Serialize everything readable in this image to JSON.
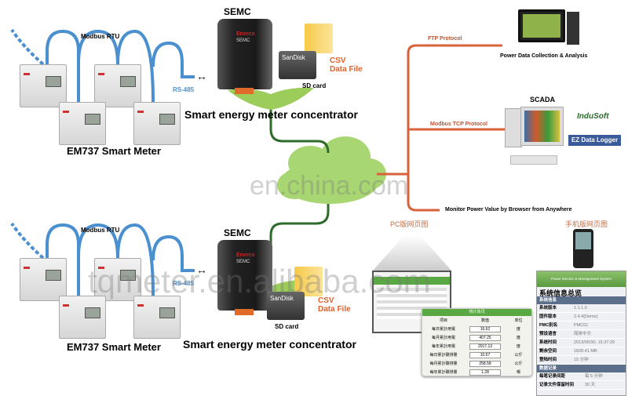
{
  "groups": [
    {
      "bus_label": "Modbus RTU",
      "rs485_label": "RS-485",
      "device_label": "SEMC",
      "device_brand": "Enerco",
      "device_name": "SEMC",
      "sd_brand": "SanDisk",
      "sd_label": "SD card",
      "csv_label": "CSV",
      "csv_sub": "Data File",
      "concentrator_label": "Smart energy meter concentrator",
      "meter_label": "EM737 Smart Meter"
    },
    {
      "bus_label": "Modbus RTU",
      "rs485_label": "RS-485",
      "device_label": "SEMC",
      "device_brand": "Enerco",
      "device_name": "SEMC",
      "sd_brand": "SanDisk",
      "sd_label": "SD card",
      "csv_label": "CSV",
      "csv_sub": "Data File",
      "concentrator_label": "Smart energy meter concentrator",
      "meter_label": "EM737 Smart Meter"
    }
  ],
  "network": {
    "ftp_label": "FTP Protocol",
    "ftp_target": "Power Data Collection & Analysis",
    "tcp_label": "Modbus TCP Protocol",
    "scada_label": "SCADA",
    "indusoft": "InduSoft",
    "ez_logger": "EZ Data Logger",
    "browser_label": "Monitor Power Value by Browser from Anywhere",
    "line_color": "#d9623a",
    "tree_color": "#2f6b2a",
    "cloud_color": "#a8d672"
  },
  "pc_view": {
    "title": "PC版网页图",
    "table": {
      "header": "统计资讯",
      "columns": [
        "项目",
        "数值",
        "单位"
      ],
      "rows": [
        [
          "每日累計用電",
          "16.62",
          "度"
        ],
        [
          "每月累計用電",
          "407.25",
          "度"
        ],
        [
          "每年累計用電",
          "2017.13",
          "度"
        ],
        [
          "每日累計碳排量",
          "10.57",
          "公斤"
        ],
        [
          "每月累計碳排量",
          "258.58",
          "公斤"
        ],
        [
          "每年累計碳排量",
          "1.28",
          "噸"
        ]
      ]
    }
  },
  "mobile_view": {
    "title": "手机版网页图",
    "app_name": "Power Monitor & Management System",
    "page_title": "系统信息总览",
    "section1": "系统信息",
    "rows1": [
      [
        "系统版本",
        "1.1.1.0"
      ],
      [
        "固件版本",
        "2.4.4(Demo)"
      ],
      [
        "PMC别名",
        "PMC01"
      ],
      [
        "预设语言",
        "简体中文"
      ],
      [
        "系统时间",
        "2013/05/30, 15:37:29"
      ],
      [
        "剩余空间",
        "1828.41 MB"
      ],
      [
        "登陆时间",
        "15 分钟"
      ]
    ],
    "section2": "数据记录",
    "rows2": [
      [
        "每笔记录间距",
        "每 5 分钟"
      ],
      [
        "记录文件保留时间",
        "30 天"
      ]
    ]
  },
  "watermarks": [
    "en.china.com",
    "tqmeter.en.alibaba.com"
  ]
}
